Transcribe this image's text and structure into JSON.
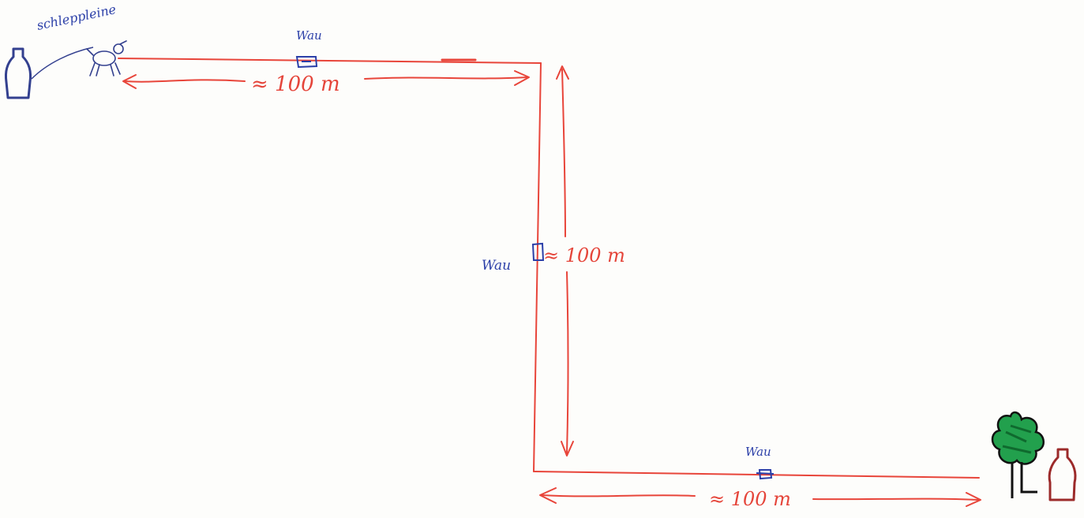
{
  "labels": {
    "leash": "schleppleine",
    "wau_top": "Wau",
    "wau_middle": "Wau",
    "wau_bottom": "Wau",
    "dist_top": "≈ 100 m",
    "dist_middle": "≈ 100 m",
    "dist_bottom": "≈ 100 m"
  },
  "colors": {
    "track": "#e8453a",
    "ink_blue": "#2b3fa8",
    "tree_green": "#1f9a4a",
    "person_dark_red": "#9c2a2a",
    "person_blue": "#33408f"
  },
  "icons": {
    "start_person": "person-icon",
    "dog": "dog-icon",
    "hidden_item": "box-icon",
    "tree": "tree-icon",
    "end_person": "person-icon"
  }
}
